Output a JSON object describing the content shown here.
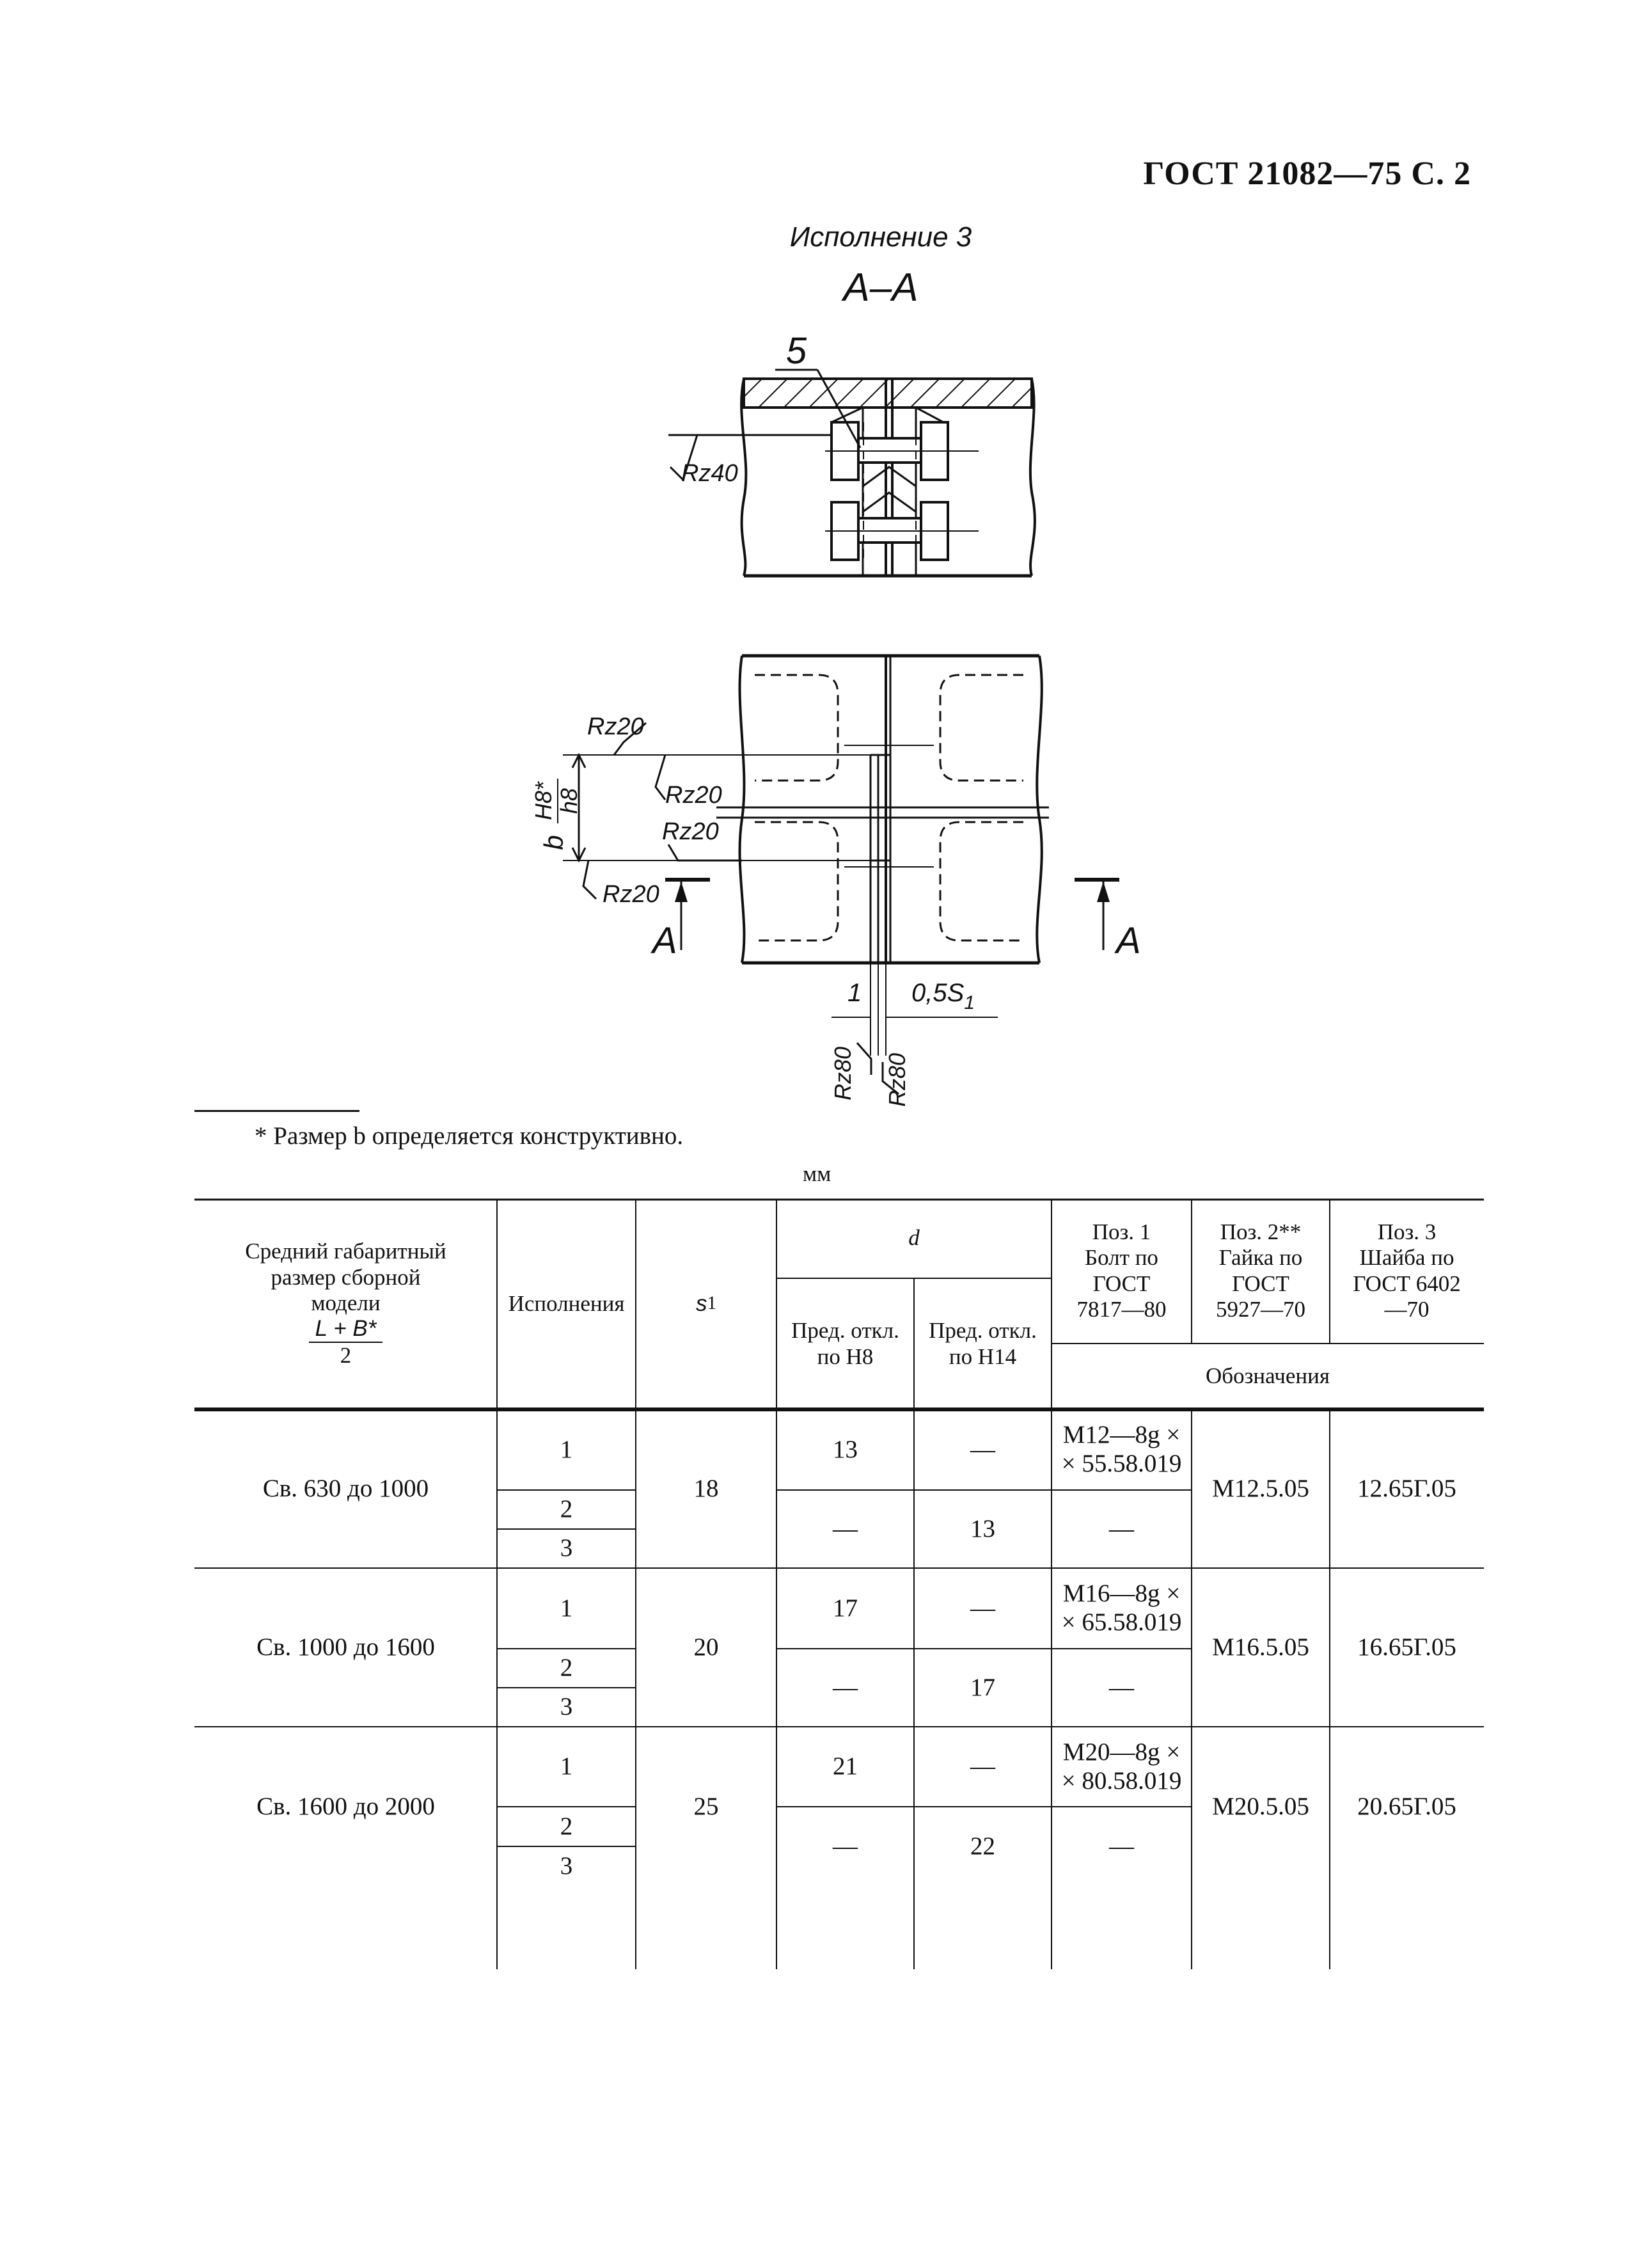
{
  "page_header": "ГОСТ 21082—75 С. 2",
  "drawing": {
    "variant_title": "Исполнение 3",
    "section_label": "А–А",
    "callout_number": "5",
    "section_marker": "А",
    "roughness": {
      "rz40": "Rz40",
      "rz20": "Rz20",
      "rz80": "Rz80"
    },
    "dim_b_main": "b",
    "dim_b_tol_upper": "H8*",
    "dim_b_tol_lower": "h8",
    "dim_left": "1",
    "dim_right": "0,5S",
    "dim_right_sub": "1"
  },
  "footnote": "* Размер b определяется конструктивно.",
  "units": "мм",
  "table": {
    "headers": {
      "size_line1": "Средний габаритный",
      "size_line2": "размер сборной",
      "size_line3": "модели",
      "size_frac_num": "L + B*",
      "size_frac_den": "2",
      "variants": "Исполнения",
      "s1": "s",
      "s1_sub": "1",
      "d": "d",
      "d_h8": "Пред. откл. по Н8",
      "d_h14": "Пред. откл. по Н14",
      "pos1": "Поз. 1 Болт по ГОСТ 7817—80",
      "pos2": "Поз. 2** Гайка по ГОСТ 5927—70",
      "pos3": "Поз. 3 Шайба по ГОСТ 6402—70",
      "designations": "Обозначения"
    },
    "groups": [
      {
        "size": "Св. 630 до 1000",
        "variants": [
          "1",
          "2",
          "3"
        ],
        "s1": "18",
        "h8_row1": "13",
        "h14_row1": "—",
        "h8_row23": "—",
        "h14_row23": "13",
        "bolt_line1": "М12—8g ×",
        "bolt_line2": "× 55.58.019",
        "bolt_row23": "—",
        "nut": "М12.5.05",
        "washer": "12.65Г.05"
      },
      {
        "size": "Св. 1000 до 1600",
        "variants": [
          "1",
          "2",
          "3"
        ],
        "s1": "20",
        "h8_row1": "17",
        "h14_row1": "—",
        "h8_row23": "—",
        "h14_row23": "17",
        "bolt_line1": "М16—8g ×",
        "bolt_line2": "× 65.58.019",
        "bolt_row23": "—",
        "nut": "М16.5.05",
        "washer": "16.65Г.05"
      },
      {
        "size": "Св. 1600 до 2000",
        "variants": [
          "1",
          "2",
          "3"
        ],
        "s1": "25",
        "h8_row1": "21",
        "h14_row1": "—",
        "h8_row23": "—",
        "h14_row23": "22",
        "bolt_line1": "М20—8g ×",
        "bolt_line2": "× 80.58.019",
        "bolt_row23": "—",
        "nut": "М20.5.05",
        "washer": "20.65Г.05"
      }
    ]
  }
}
